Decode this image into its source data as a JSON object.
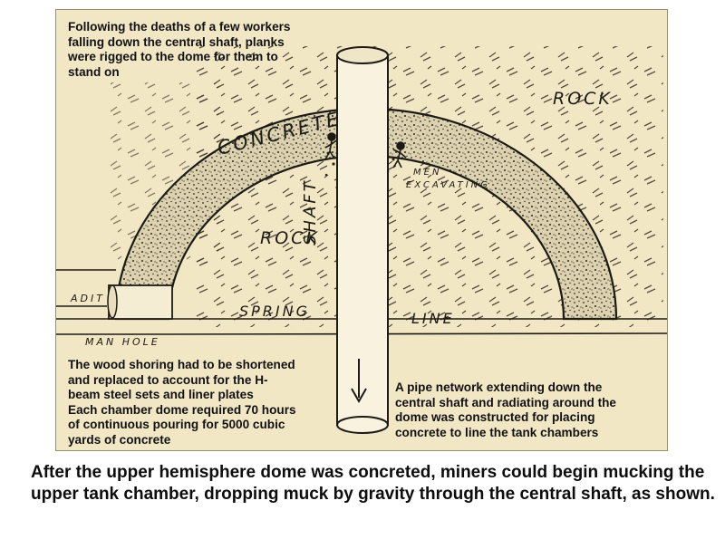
{
  "diagram": {
    "labels": {
      "concrete": "CONCRETE",
      "rock_outer": "ROCK",
      "rock_inner": "ROCK",
      "men_line1": "MEN",
      "men_line2": "EXCAVATING",
      "shaft": "SHAFT",
      "adit": "ADIT",
      "man_hole": "MAN HOLE",
      "spring": "SPRING",
      "line": "LINE"
    },
    "notes": {
      "planks": "Following the deaths of a few workers\nfalling down the central shaft, planks\nwere rigged to the dome for them to\nstand on",
      "shoring": "The wood shoring had to be shortened\nand replaced to account for the H-\nbeam steel sets and liner plates\nEach chamber dome required 70 hours\nof continuous pouring for 5000 cubic\nyards of concrete",
      "pipe": "A pipe network extending down the\ncentral shaft and radiating around the\ndome was constructed for placing\nconcrete to line the tank chambers"
    }
  },
  "caption": "After the upper hemisphere dome was concreted, miners could begin mucking the upper tank chamber, dropping muck by gravity through the central shaft, as shown.",
  "colors": {
    "paper": "#f2e7c5",
    "ink": "#1c1a15",
    "concrete_fill": "#d9cfae"
  }
}
